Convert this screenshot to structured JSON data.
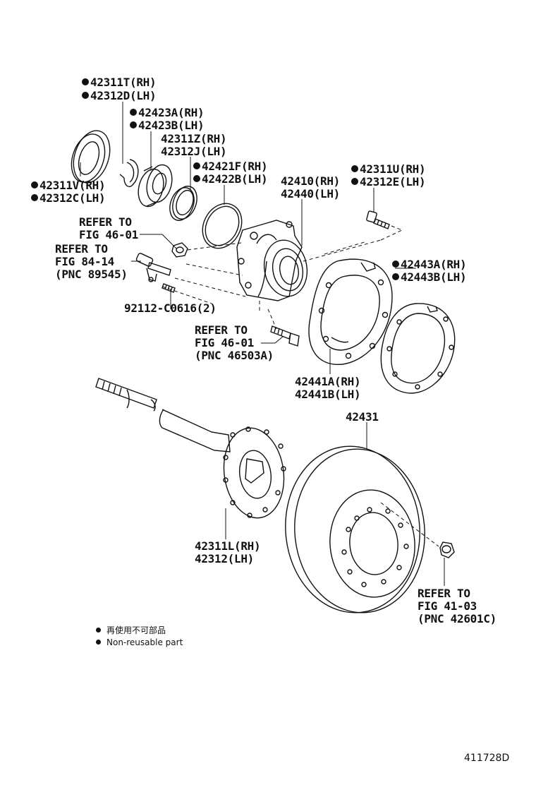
{
  "labels": {
    "p42311T": "42311T(RH)",
    "p42312D": "42312D(LH)",
    "p42423A": "42423A(RH)",
    "p42423B": "42423B(LH)",
    "p42311Z": "42311Z(RH)",
    "p42312J": "42312J(LH)",
    "p42421F": "42421F(RH)",
    "p42422B": "42422B(LH)",
    "p42410": "42410(RH)",
    "p42440": "42440(LH)",
    "p42311U": "42311U(RH)",
    "p42312E": "42312E(LH)",
    "p42311V": "42311V(RH)",
    "p42312C": "42312C(LH)",
    "ref1_a": "REFER TO",
    "ref1_b": "FIG 46-01",
    "ref2_a": "REFER TO",
    "ref2_b": "FIG 84-14",
    "ref2_c": "(PNC 89545)",
    "p92112": "92112-C0616(2)",
    "p42443A": "42443A(RH)",
    "p42443B": "42443B(LH)",
    "ref3_a": "REFER TO",
    "ref3_b": "FIG 46-01",
    "ref3_c": "(PNC 46503A)",
    "p42441A": "42441A(RH)",
    "p42441B": "42441B(LH)",
    "p42431": "42431",
    "p42311L": "42311L(RH)",
    "p42312": "42312(LH)",
    "ref4_a": "REFER TO",
    "ref4_b": "FIG 41-03",
    "ref4_c": "(PNC 42601C)"
  },
  "legend": {
    "jp": "再使用不可部品",
    "en": "Non-reusable part"
  },
  "figure_id": "411728D",
  "colors": {
    "line": "#111111",
    "background": "#ffffff"
  },
  "icons": {
    "non_reusable_marker": "filled-circle-bullet"
  }
}
